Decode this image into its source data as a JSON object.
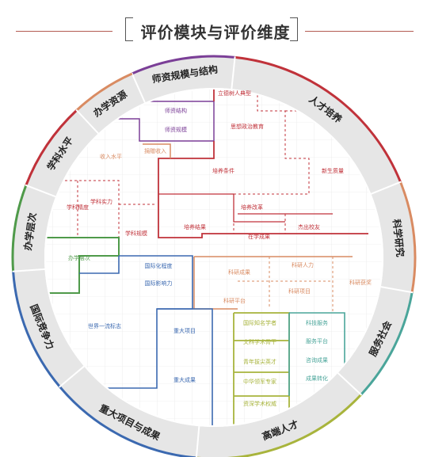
{
  "title": "评价模块与评价维度",
  "colors": {
    "purple": "#7b3f97",
    "red": "#c0323a",
    "orange": "#d98b62",
    "teal": "#4aa59a",
    "olive": "#a8b43c",
    "blue": "#3b69b0",
    "green": "#4f9a4a",
    "ring": "#e6e6e6"
  },
  "modules": [
    {
      "label": "师资规模与结构",
      "color": "purple"
    },
    {
      "label": "人才培养",
      "color": "red"
    },
    {
      "label": "科学研究",
      "color": "orange"
    },
    {
      "label": "服务社会",
      "color": "teal"
    },
    {
      "label": "高端人才",
      "color": "olive"
    },
    {
      "label": "重大项目与成果",
      "color": "blue"
    },
    {
      "label": "国际竞争力",
      "color": "blue"
    },
    {
      "label": "办学层次",
      "color": "green"
    },
    {
      "label": "学科水平",
      "color": "red"
    },
    {
      "label": "办学资源",
      "color": "orange"
    }
  ],
  "dimensions": [
    {
      "label": "师资结构",
      "color": "purple"
    },
    {
      "label": "师资规模",
      "color": "purple"
    },
    {
      "label": "立德树人典型",
      "color": "red"
    },
    {
      "label": "思想政治教育",
      "color": "red"
    },
    {
      "label": "新生质量",
      "color": "red"
    },
    {
      "label": "培养条件",
      "color": "red"
    },
    {
      "label": "培养改革",
      "color": "red"
    },
    {
      "label": "培养结果",
      "color": "red"
    },
    {
      "label": "在学成果",
      "color": "red"
    },
    {
      "label": "杰出校友",
      "color": "red"
    },
    {
      "label": "收入水平",
      "color": "orange"
    },
    {
      "label": "捐赠收入",
      "color": "orange"
    },
    {
      "label": "学科精度",
      "color": "red"
    },
    {
      "label": "学科实力",
      "color": "red"
    },
    {
      "label": "学科规模",
      "color": "red"
    },
    {
      "label": "办学层次",
      "color": "green"
    },
    {
      "label": "国际化程度",
      "color": "blue"
    },
    {
      "label": "国际影响力",
      "color": "blue"
    },
    {
      "label": "世界一流标志",
      "color": "blue"
    },
    {
      "label": "科研人力",
      "color": "orange"
    },
    {
      "label": "科研成果",
      "color": "orange"
    },
    {
      "label": "科研获奖",
      "color": "orange"
    },
    {
      "label": "科研项目",
      "color": "orange"
    },
    {
      "label": "科研平台",
      "color": "orange"
    },
    {
      "label": "重大项目",
      "color": "blue"
    },
    {
      "label": "重大成果",
      "color": "blue"
    },
    {
      "label": "国际知名学者",
      "color": "olive"
    },
    {
      "label": "文科学术骨干",
      "color": "olive"
    },
    {
      "label": "青年拔尖英才",
      "color": "olive"
    },
    {
      "label": "中华领军专家",
      "color": "olive"
    },
    {
      "label": "资深学术权威",
      "color": "olive"
    },
    {
      "label": "科技服务",
      "color": "teal"
    },
    {
      "label": "服务平台",
      "color": "teal"
    },
    {
      "label": "咨询成果",
      "color": "teal"
    },
    {
      "label": "成果转化",
      "color": "teal"
    }
  ]
}
